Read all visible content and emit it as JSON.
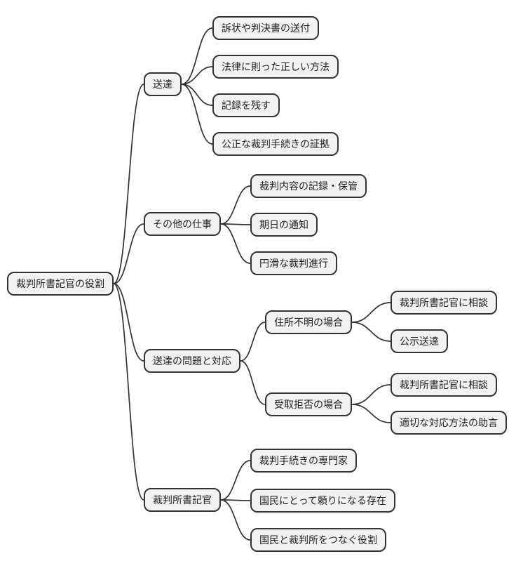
{
  "mindmap": {
    "root": {
      "label": "裁判所書記官の役割"
    },
    "branches": [
      {
        "label": "送達",
        "children": [
          {
            "label": "訴状や判決書の送付"
          },
          {
            "label": "法律に則った正しい方法"
          },
          {
            "label": "記録を残す"
          },
          {
            "label": "公正な裁判手続きの証拠"
          }
        ]
      },
      {
        "label": "その他の仕事",
        "children": [
          {
            "label": "裁判内容の記録・保管"
          },
          {
            "label": "期日の通知"
          },
          {
            "label": "円滑な裁判進行"
          }
        ]
      },
      {
        "label": "送達の問題と対応",
        "children": [
          {
            "label": "住所不明の場合",
            "children": [
              {
                "label": "裁判所書記官に相談"
              },
              {
                "label": "公示送達"
              }
            ]
          },
          {
            "label": "受取拒否の場合",
            "children": [
              {
                "label": "裁判所書記官に相談"
              },
              {
                "label": "適切な対応方法の助言"
              }
            ]
          }
        ]
      },
      {
        "label": "裁判所書記官",
        "children": [
          {
            "label": "裁判手続きの専門家"
          },
          {
            "label": "国民にとって頼りになる存在"
          },
          {
            "label": "国民と裁判所をつなぐ役割"
          }
        ]
      }
    ]
  },
  "colors": {
    "node_fill": "#f2f2f2",
    "node_border": "#333333",
    "edge_stroke": "#333333",
    "text": "#1f1f1f",
    "background": "#ffffff"
  }
}
